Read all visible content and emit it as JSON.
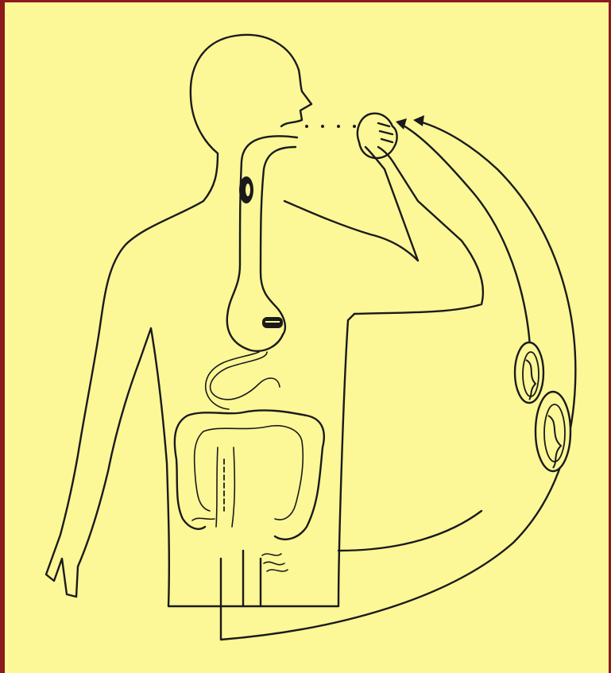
{
  "diagram": {
    "background_color": "#fcf797",
    "frame_color": "#8b1a1a",
    "ink_color": "#1a1a1a",
    "elements": [
      "human-body-outline",
      "digestive-tract",
      "egg-in-esophagus",
      "egg-in-stomach",
      "intestine-coils",
      "raised-hand",
      "cycle-arrows",
      "egg-icon-upper",
      "egg-icon-lower"
    ]
  }
}
